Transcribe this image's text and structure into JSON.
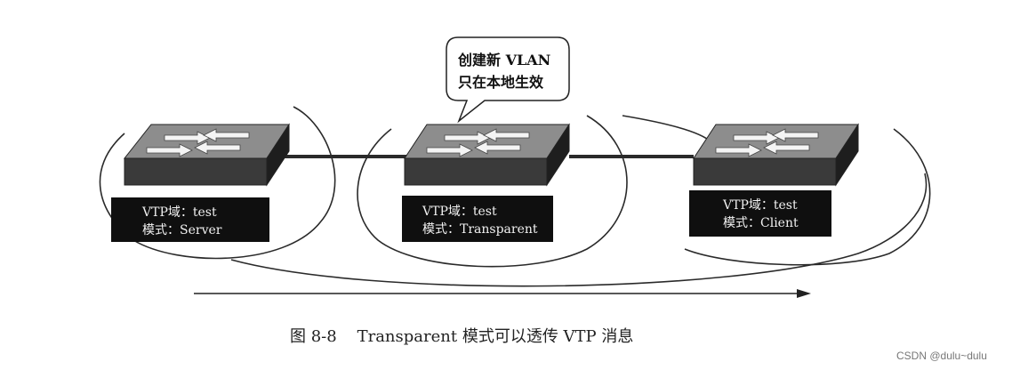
{
  "bubble": {
    "line1": "创建新 VLAN",
    "line2": "只在本地生效"
  },
  "switches": [
    {
      "domain_line": "VTP域：test",
      "mode_line": "模式：Server"
    },
    {
      "domain_line": "VTP域：test",
      "mode_line": "模式：Transparent"
    },
    {
      "domain_line": "VTP域：test",
      "mode_line": "模式：Client"
    }
  ],
  "caption": "图 8-8    Transparent 模式可以透传 VTP 消息",
  "watermark": "CSDN @dulu~dulu",
  "icons": {
    "switch": "network-switch-icon",
    "arrow": "flow-arrow-icon"
  },
  "colors": {
    "switch_top": "#8d8d8d",
    "switch_front": "#3a3a3a",
    "switch_side": "#1e1e1e",
    "label_bg": "#0f0f0f",
    "label_text": "#f2f2f2",
    "link_line": "#222222"
  }
}
